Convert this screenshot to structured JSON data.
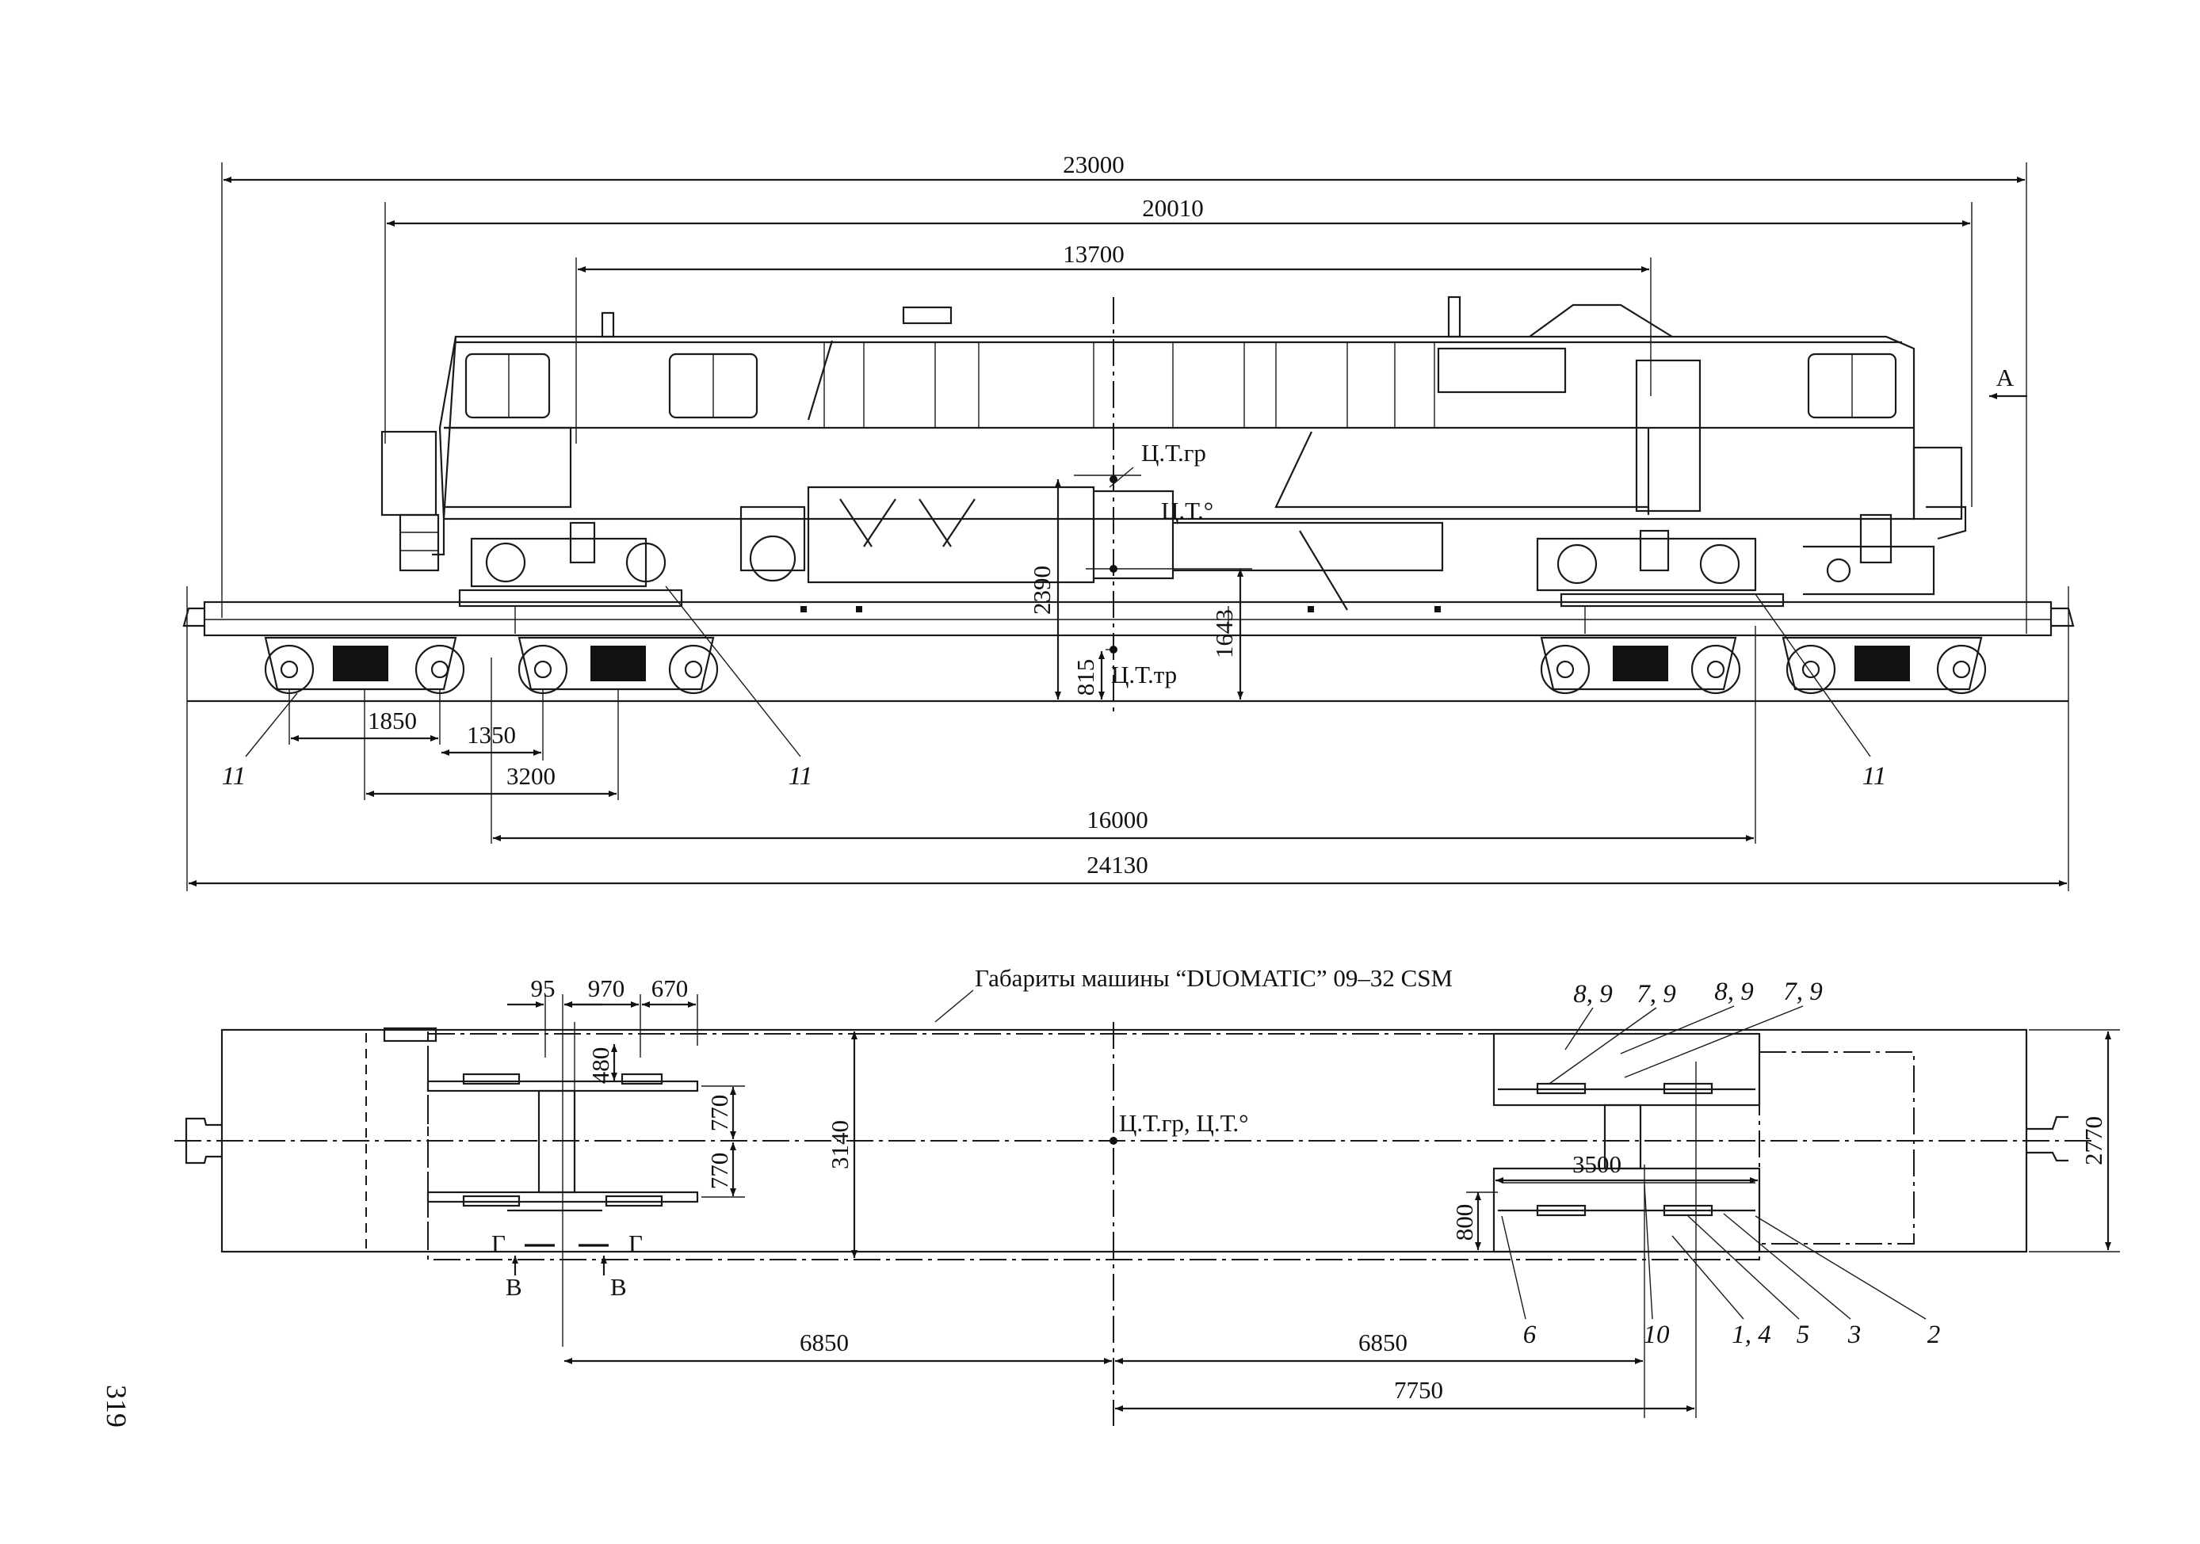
{
  "page_number": "319",
  "side_view": {
    "dimensions": {
      "overall_length": "23000",
      "body_length": "20010",
      "bogie_centers_upper": "13700",
      "bogie_centers_lower": "16000",
      "length_over_couplers": "24130",
      "wheelbase": "1850",
      "axle_offset": "1350",
      "bogie_pair_spacing": "3200",
      "height_cg_total": "2390",
      "height_cg_wagon": "815",
      "height_cg_load": "1643"
    },
    "labels": {
      "cg_load_top": "Ц.Т.гр",
      "cg_total": "Ц.Т.°",
      "cg_wagon": "Ц.Т.тр",
      "view_a": "А"
    },
    "callouts": [
      "11",
      "11",
      "11"
    ]
  },
  "plan_view": {
    "title": "Габариты машины “DUOMATIC” 09–32 CSM",
    "center_label": "Ц.Т.гр, Ц.Т.°",
    "dimensions": {
      "d95": "95",
      "d970": "970",
      "d670": "670",
      "d480": "480",
      "d770_upper": "770",
      "d770_lower": "770",
      "width_3140": "3140",
      "width_2770": "2770",
      "d3500": "3500",
      "d800": "800",
      "d6850_left": "6850",
      "d6850_right": "6850",
      "d7750": "7750"
    },
    "section_marks": {
      "g_left": "Г",
      "g_right": "Г",
      "v_left": "В",
      "v_right": "В"
    },
    "top_callouts": [
      "8, 9",
      "7, 9",
      "8, 9",
      "7, 9"
    ],
    "bottom_callouts": [
      "6",
      "10",
      "1, 4",
      "5",
      "3",
      "2"
    ]
  }
}
